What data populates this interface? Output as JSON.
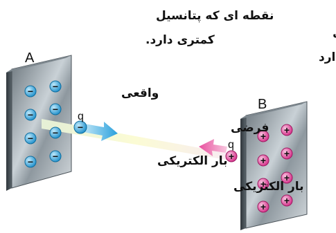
{
  "labels": {
    "lower_potential_point": "نقطه ای که پتانسیل کمتری دارد.",
    "higher_potential_point": "نقطه ای که پتانسیل بیشتری دارد",
    "plate_a": "A",
    "plate_b": "B",
    "real_label": "واقعی",
    "assumed_label": "فرضی",
    "charge_symbol": "q",
    "electric_charge_left": "بار الکتریکی",
    "electric_charge_right": "بار الکتریکی"
  },
  "plate_a_charge_sign": "−",
  "plate_b_charge_sign": "+",
  "colors": {
    "negative_charge": "#2aa7e0",
    "positive_charge": "#e0409a",
    "real_arrow": "#2aa0dc",
    "assumed_arrow": "#e8509e",
    "plate_face": "#9ba6ae",
    "plate_edge": "#40484e"
  }
}
